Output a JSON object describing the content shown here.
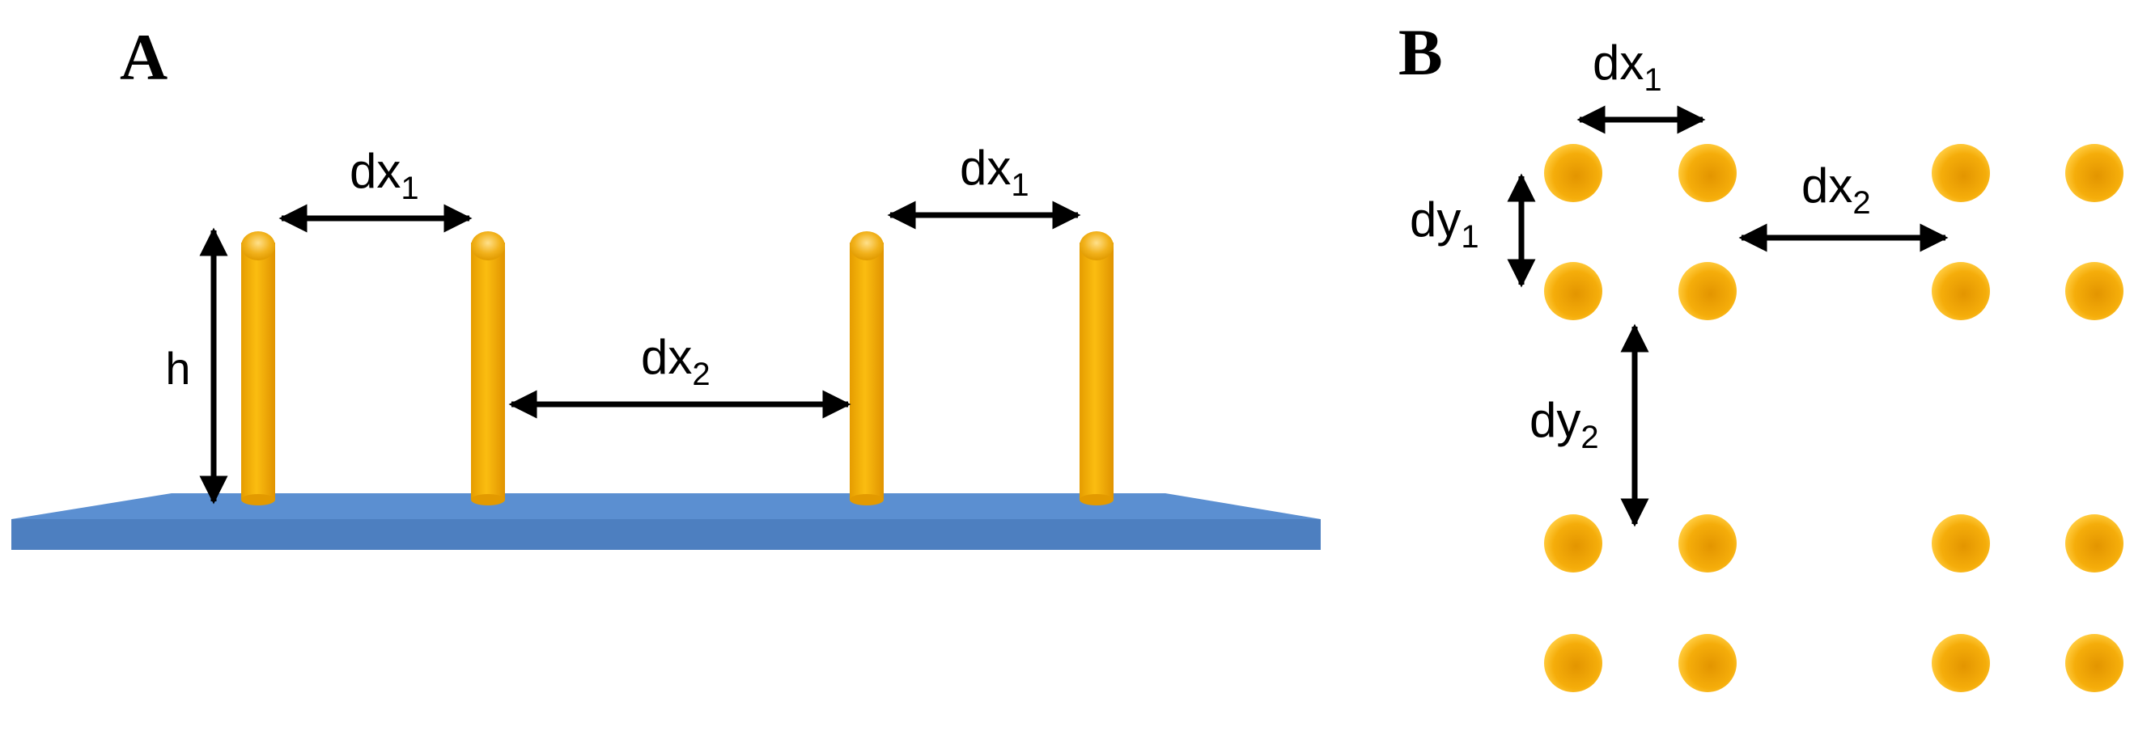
{
  "panel_a": {
    "label": "A",
    "height_label": "h",
    "spacing_labels": [
      {
        "main": "dx",
        "sub": "1"
      },
      {
        "main": "dx",
        "sub": "2"
      },
      {
        "main": "dx",
        "sub": "1"
      }
    ]
  },
  "panel_b": {
    "label": "B",
    "labels": {
      "dx1": {
        "main": "dx",
        "sub": "1"
      },
      "dx2": {
        "main": "dx",
        "sub": "2"
      },
      "dy1": {
        "main": "dy",
        "sub": "1"
      },
      "dy2": {
        "main": "dy",
        "sub": "2"
      }
    }
  },
  "colors": {
    "pillar": "#f5b400",
    "substrate_top": "#5b8fd1",
    "substrate_front": "#4a78b6"
  }
}
